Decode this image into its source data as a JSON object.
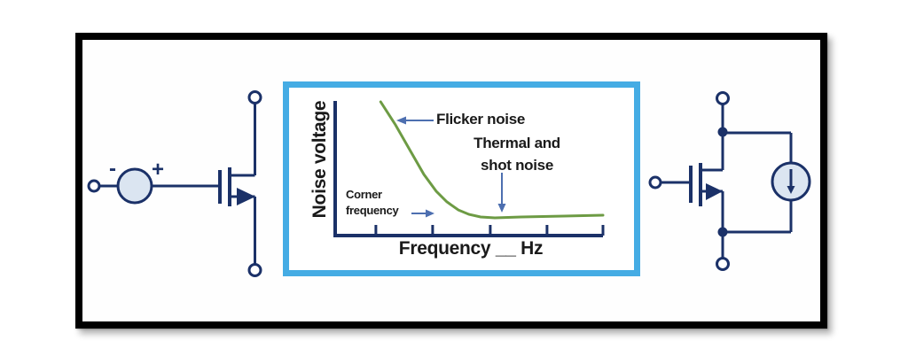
{
  "frame": {
    "border_color": "#000000",
    "background": "#ffffff"
  },
  "colors": {
    "wire_navy": "#1b3168",
    "component_fill": "#dbe5f1",
    "chart_box_border": "#45ace4",
    "curve_green": "#6d9b44",
    "annotation_arrow_blue": "#4d6fb0",
    "label_text": "#1a1a1a"
  },
  "left_circuit": {
    "source_minus": "-",
    "source_plus": "+"
  },
  "chart": {
    "ylabel": "Noise voltage",
    "xlabel": "Frequency __ Hz",
    "flicker_label": "Flicker noise",
    "thermal_label_line1": "Thermal and",
    "thermal_label_line2": "shot noise",
    "corner_label_line1": "Corner",
    "corner_label_line2": "frequency"
  },
  "chart_data": {
    "type": "line",
    "title": "",
    "xlabel": "Frequency __ Hz",
    "ylabel": "Noise voltage",
    "axis_numeric_labels": false,
    "grid": false,
    "annotations": [
      {
        "text": "Flicker noise",
        "arrow": "left",
        "points_to": "steep 1/f region of curve"
      },
      {
        "text": "Thermal and shot noise",
        "arrow": "down",
        "points_to": "flat region of curve"
      },
      {
        "text": "Corner frequency",
        "arrow": "right",
        "points_to": "knee of curve"
      }
    ],
    "x_tick_positions_norm": [
      0.152,
      0.364,
      0.579,
      0.791,
      1.0
    ],
    "series": [
      {
        "name": "Noise voltage vs frequency",
        "points_norm": [
          [
            0.17,
            0.0
          ],
          [
            0.225,
            0.171
          ],
          [
            0.278,
            0.355
          ],
          [
            0.331,
            0.539
          ],
          [
            0.377,
            0.664
          ],
          [
            0.417,
            0.743
          ],
          [
            0.46,
            0.803
          ],
          [
            0.5,
            0.836
          ],
          [
            0.543,
            0.855
          ],
          [
            0.596,
            0.862
          ],
          [
            0.695,
            0.855
          ],
          [
            0.854,
            0.849
          ],
          [
            1.0,
            0.842
          ]
        ]
      }
    ]
  }
}
